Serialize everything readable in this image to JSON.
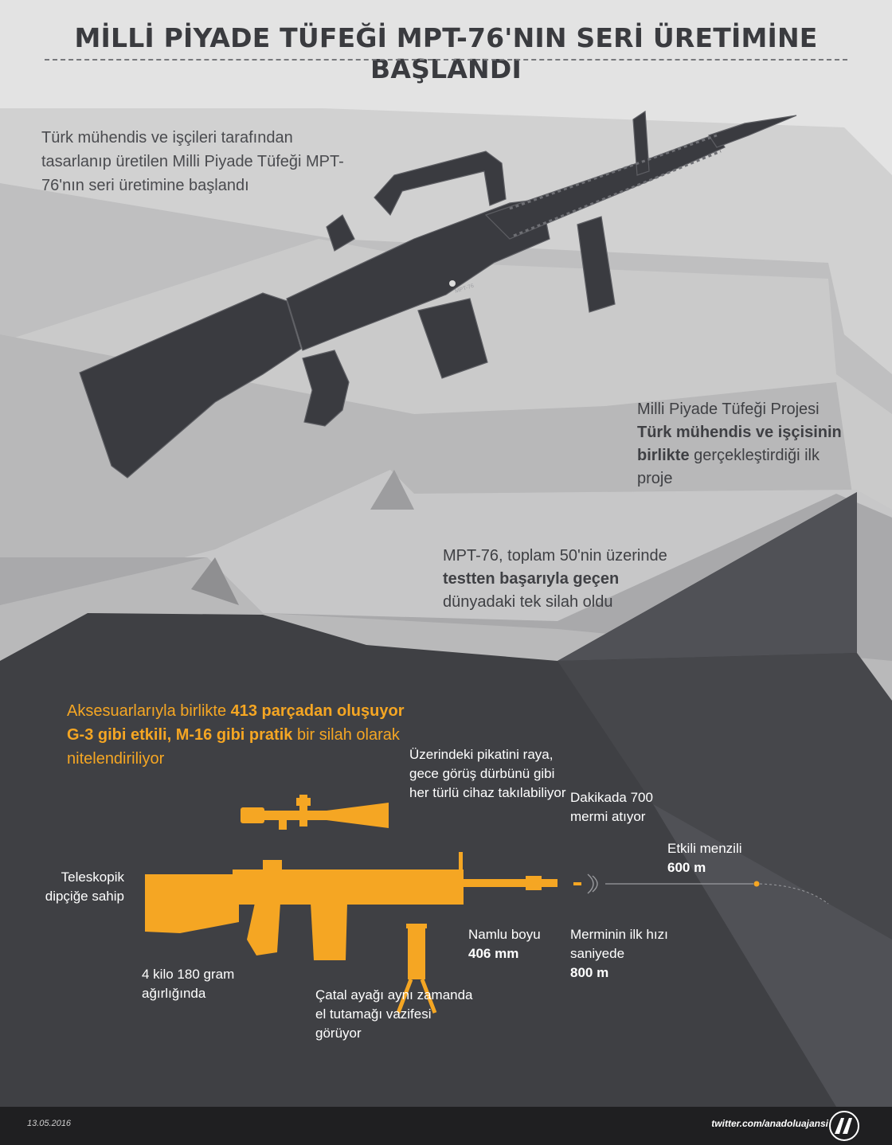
{
  "title": "MİLLİ PİYADE TÜFEĞİ MPT-76'NIN SERİ ÜRETİMİNE BAŞLANDI",
  "intro": "Türk mühendis ve işçileri tarafından tasarlanıp üretilen Milli Piyade Tüfeği MPT-76'nın seri üretimine başlandı",
  "project": {
    "pre": "Milli Piyade Tüfeği Projesi ",
    "bold": "Türk mühendis ve işçisinin birlikte",
    "post": " gerçekleştirdiği ilk proje"
  },
  "tests": {
    "pre": "MPT-76, toplam 50'nin üzerinde ",
    "bold": "testten başarıyla geçen",
    "post": " dünyadaki tek silah oldu"
  },
  "rifle_engraving": "MPT-76",
  "accessories": {
    "line1_pre": "Aksesuarlarıyla birlikte ",
    "line1_bold": "413 parçadan oluşuyor",
    "line2_bold": "G-3 gibi etkili, M-16 gibi pratik",
    "line2_post": " bir silah olarak nitelendiriliyor"
  },
  "features": {
    "picatinny": "Üzerindeki pikatini raya, gece görüş dürbünü gibi her türlü cihaz takılabiliyor",
    "rate_of_fire": "Dakikada 700 mermi atıyor",
    "range_label": "Etkili menzili",
    "range_value": "600 m",
    "stock": "Teleskopik dipçiğe sahip",
    "barrel_label": "Namlu boyu",
    "barrel_value": "406 mm",
    "velocity_label": "Merminin ilk hızı saniyede",
    "velocity_value": "800 m",
    "weight": "4 kilo 180 gram ağırlığında",
    "bipod": "Çatal ayağı aynı zamanda el tutamağı vazifesi görüyor"
  },
  "footer": {
    "date": "13.05.2016",
    "twitter": "twitter.com/anadoluajansi"
  },
  "colors": {
    "accent": "#f5a623",
    "dark_panel": "#3f4044",
    "rifle_dark": "#3a3b40",
    "footer_bg": "#1f1f21"
  }
}
